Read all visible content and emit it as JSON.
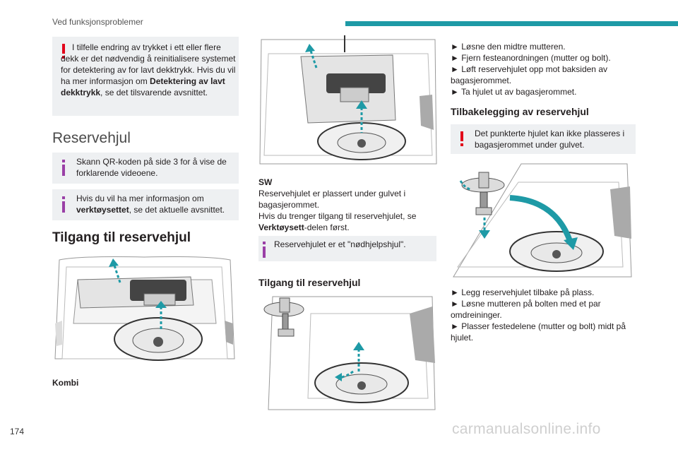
{
  "header": {
    "section": "Ved funksjonsproblemer"
  },
  "page_number": "174",
  "footer_watermark": "carmanualsonline.info",
  "col1": {
    "warning": {
      "text_before": "I tilfelle endring av trykket i ett eller flere dekk er det nødvendig å reinitialisere systemet for detektering av for lavt dekktrykk.",
      "text_ref_pre": "Hvis du vil ha mer informasjon om ",
      "text_ref_bold": "Detektering av lavt dekktrykk",
      "text_ref_post": ", se det tilsvarende avsnittet."
    },
    "title": "Reservehjul",
    "info1": "Skann QR-koden på side 3 for å vise de forklarende videoene.",
    "info2_pre": "Hvis du vil ha mer informasjon om ",
    "info2_bold": "verktøysettet",
    "info2_post": ", se det aktuelle avsnittet.",
    "subtitle": "Tilgang til reservehjul",
    "caption": "Kombi"
  },
  "col2": {
    "caption_title": "SW",
    "text1": "Reservehjulet er plassert under gulvet i bagasjerommet.",
    "text2_pre": "Hvis du trenger tilgang til reservehjulet, se ",
    "text2_bold": "Verktøysett",
    "text2_post": "-delen først.",
    "info": "Reservehjulet er et \"nødhjelpshjul\".",
    "subtitle": "Tilgang til reservehjul"
  },
  "col3": {
    "steps": [
      "► Løsne den midtre mutteren.",
      "► Fjern festeanordningen (mutter og bolt).",
      "► Løft reservehjulet opp mot baksiden av bagasjerommet.",
      "► Ta hjulet ut av bagasjerommet."
    ],
    "subtitle": "Tilbakelegging av reservehjul",
    "warning": "Det punkterte hjulet kan ikke plasseres i bagasjerommet under gulvet.",
    "steps2": [
      "► Legg reservehjulet tilbake på plass.",
      "► Løsne mutteren på bolten med et par omdreininger.",
      "► Plasser festedelene (mutter og bolt) midt på hjulet."
    ]
  },
  "colors": {
    "accent": "#1e9aa6",
    "warning": "#e2001a",
    "info": "#9a3fa6",
    "box": "#eef0f2"
  }
}
